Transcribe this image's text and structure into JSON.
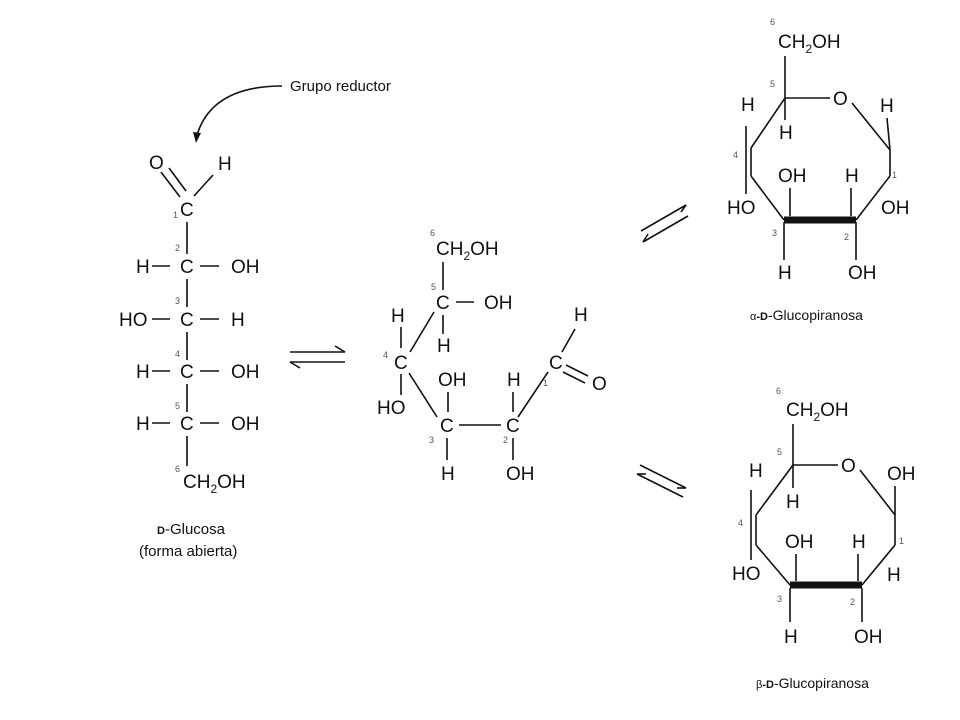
{
  "annotation": {
    "label": "Grupo reductor"
  },
  "open_chain": {
    "caption_prefix": "D",
    "caption_name": "-Glucosa",
    "caption_line2": "(forma abierta)",
    "atoms": {
      "O": "O",
      "H": "H",
      "C": "C",
      "OH": "OH",
      "HO": "HO",
      "CH2_a": "CH",
      "CH2_sub": "2",
      "CH2_b": "OH"
    },
    "numbers": [
      "1",
      "2",
      "3",
      "4",
      "5",
      "6"
    ]
  },
  "intermediate": {
    "atoms": {
      "C": "C",
      "H": "H",
      "OH": "OH",
      "HO": "HO",
      "O": "O",
      "CH2_a": "CH",
      "CH2_sub": "2",
      "CH2_b": "OH"
    },
    "numbers": [
      "1",
      "2",
      "3",
      "4",
      "5",
      "6"
    ]
  },
  "alpha": {
    "caption_greek": "α",
    "caption_d": "-D",
    "caption_name": "-Glucopiranosa",
    "atoms": {
      "O": "O",
      "H": "H",
      "OH": "OH",
      "HO": "HO",
      "CH2_a": "CH",
      "CH2_sub": "2",
      "CH2_b": "OH"
    },
    "numbers": [
      "1",
      "2",
      "3",
      "4",
      "5",
      "6"
    ]
  },
  "beta": {
    "caption_greek": "β",
    "caption_d": "-D",
    "caption_name": "-Glucopiranosa",
    "atoms": {
      "O": "O",
      "H": "H",
      "OH": "OH",
      "HO": "HO",
      "CH2_a": "CH",
      "CH2_sub": "2",
      "CH2_b": "OH"
    },
    "numbers": [
      "1",
      "2",
      "3",
      "4",
      "5",
      "6"
    ]
  }
}
